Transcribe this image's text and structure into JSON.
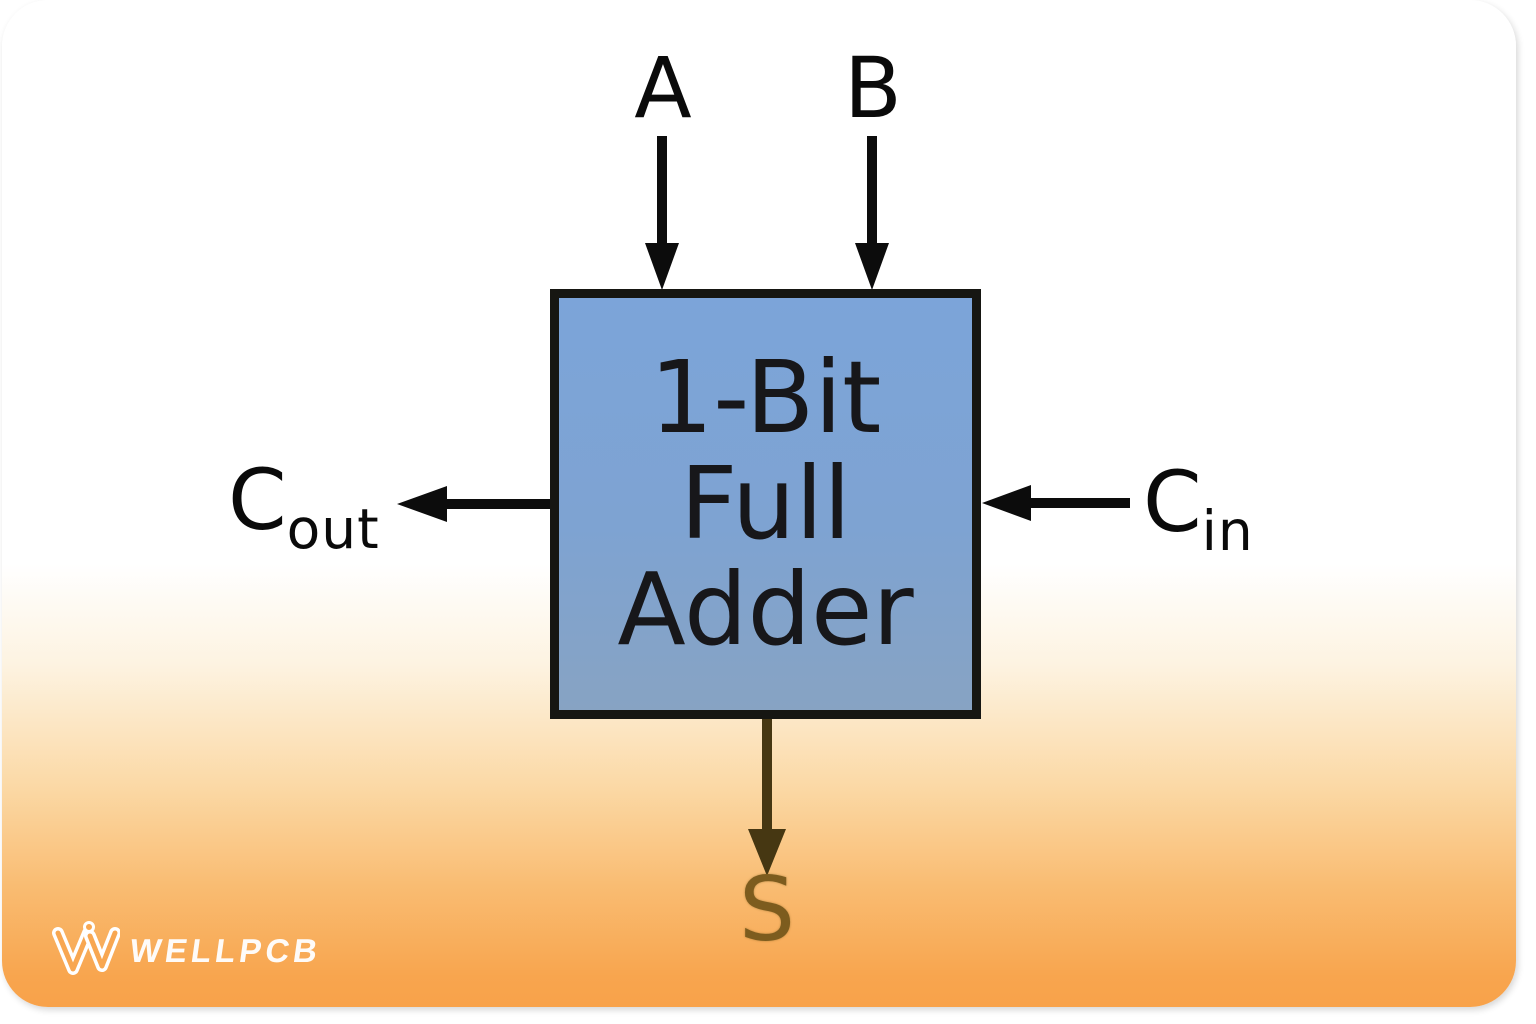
{
  "card": {
    "gradient_top_color": "#ffffff",
    "gradient_bottom_color": "#f8a44c"
  },
  "diagram": {
    "block": {
      "lines": [
        "1-Bit",
        "Full",
        "Adder"
      ],
      "fill_color": "#7ca4d9",
      "border_color": "#161612",
      "text_color": "#17171a"
    },
    "labels": {
      "input_a": "A",
      "input_b": "B",
      "carry_out_base": "C",
      "carry_out_sub": "out",
      "carry_in_base": "C",
      "carry_in_sub": "in",
      "sum": "S"
    },
    "colors": {
      "arrow_black": "#0c0c0c",
      "arrow_sum": "#463712",
      "sum_label": "#7d5c1e"
    }
  },
  "watermark": {
    "brand": "WELLPCB",
    "logo_color": "#ffffff"
  }
}
